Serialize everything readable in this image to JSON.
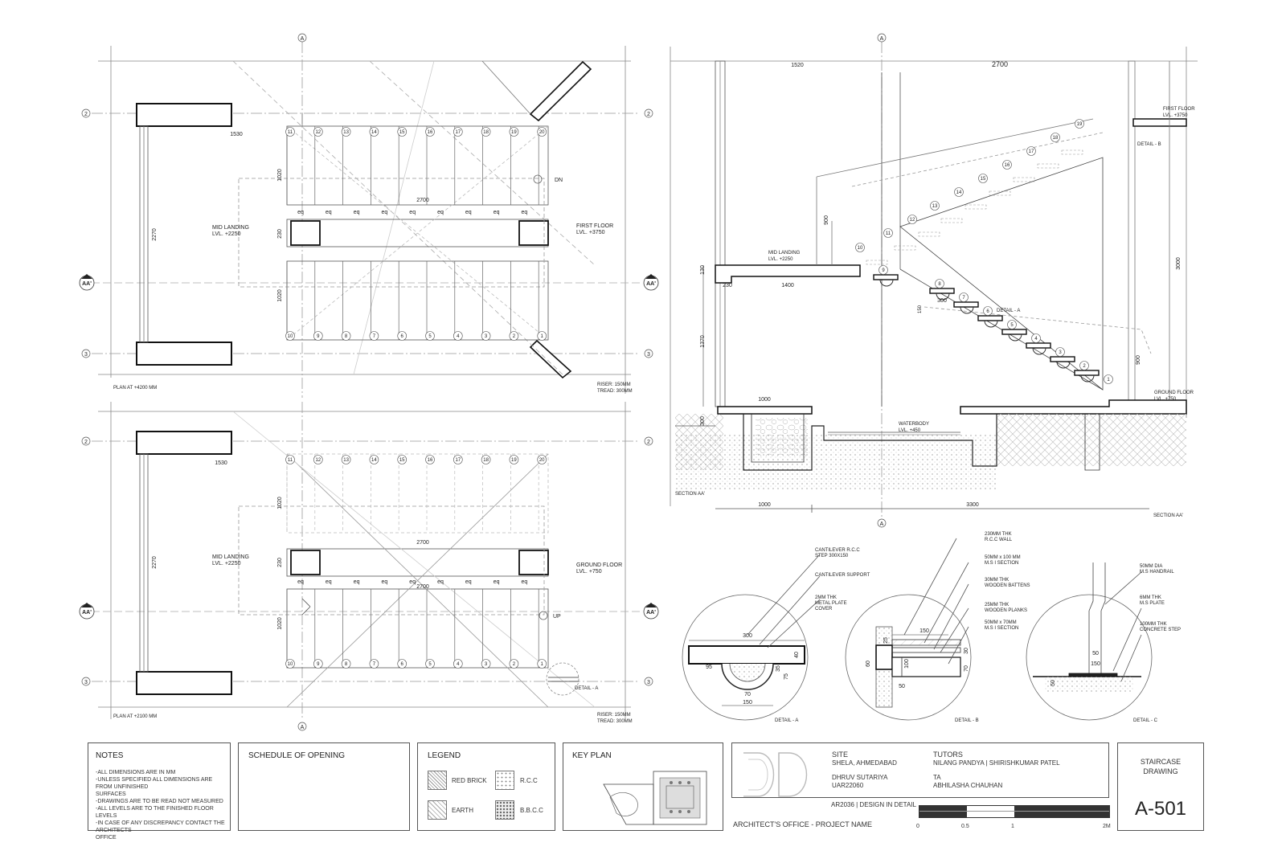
{
  "plans": {
    "top": {
      "grid_a": "A",
      "grid_2": "2",
      "grid_3": "3",
      "section_marker": "AA'",
      "dim_landing": "1530",
      "dim_run_width": "1020",
      "dim_stair_length": "2700",
      "dim_landing_depth": "2270",
      "dim_beam": "230",
      "dim_run_width_2": "1020",
      "eq": "eq",
      "mid_landing": "MID LANDING",
      "mid_landing_lvl": "LVL. +2250",
      "floor": "FIRST FLOOR",
      "floor_lvl": "LVL. +3750",
      "direction": "DN",
      "plan_title": "PLAN AT +4200 MM",
      "riser": "RISER: 150MM",
      "tread": "TREAD: 300MM",
      "steps_top": [
        "11",
        "12",
        "13",
        "14",
        "15",
        "16",
        "17",
        "18",
        "19",
        "20"
      ],
      "steps_bottom": [
        "10",
        "9",
        "8",
        "7",
        "6",
        "5",
        "4",
        "3",
        "2",
        "1"
      ]
    },
    "bottom": {
      "grid_a": "A",
      "grid_2": "2",
      "grid_3": "3",
      "section_marker": "AA'",
      "dim_landing": "1530",
      "dim_run_width": "1020",
      "dim_stair_length": "2700",
      "dim_stair_length_2": "2700",
      "dim_landing_depth": "2270",
      "dim_beam": "230",
      "dim_run_width_2": "1020",
      "eq": "eq",
      "mid_landing": "MID LANDING",
      "mid_landing_lvl": "LVL. +2250",
      "floor": "GROUND FLOOR",
      "floor_lvl": "LVL. +750",
      "direction": "UP",
      "detail": "DETAIL - A",
      "plan_title": "PLAN AT +2100 MM",
      "riser": "RISER: 150MM",
      "tread": "TREAD: 300MM",
      "steps_top": [
        "11",
        "12",
        "13",
        "14",
        "15",
        "16",
        "17",
        "18",
        "19",
        "20"
      ],
      "steps_bottom": [
        "10",
        "9",
        "8",
        "7",
        "6",
        "5",
        "4",
        "3",
        "2",
        "1"
      ]
    }
  },
  "section": {
    "grid_a": "A",
    "dim_1520": "1520",
    "dim_2700": "2700",
    "dim_900": "900",
    "dim_130": "130",
    "dim_230": "230",
    "dim_1400": "1400",
    "dim_1370": "1370",
    "dim_3000": "3000",
    "dim_900b": "900",
    "dim_1000": "1000",
    "dim_300": "300",
    "dim_300b": "300",
    "dim_tread": "300",
    "dim_riser": "150",
    "dim_bottom_1000": "1000",
    "dim_bottom_3300": "3300",
    "first_floor": "FIRST FLOOR",
    "first_floor_lvl": "LVL. +3750",
    "mid_landing": "MID LANDING",
    "mid_landing_lvl": "LVL. +2250",
    "ground_floor": "GROUND FLOOR",
    "ground_floor_lvl": "LVL. +750",
    "waterbody": "WATERBODY",
    "waterbody_lvl": "LVL. +450",
    "detail_a": "DETAIL - A",
    "detail_b": "DETAIL - B",
    "title_left": "SECTION AA'",
    "title_right": "SECTION AA'",
    "steps": [
      "1",
      "2",
      "3",
      "4",
      "5",
      "6",
      "7",
      "8",
      "9",
      "10",
      "11",
      "12",
      "13",
      "14",
      "15",
      "16",
      "17",
      "18",
      "19"
    ]
  },
  "details": {
    "a": {
      "n1": "CANTILEVER R.C.C",
      "n1b": "STEP 300X150",
      "n2": "CANTILEVER SUPPORT",
      "n3": "2MM THK",
      "n3b": "METAL PLATE",
      "n3c": "COVER",
      "d300": "300",
      "d40": "40",
      "d95": "95",
      "d35": "35",
      "d75": "75",
      "d70": "70",
      "d150": "150",
      "title": "DETAIL - A"
    },
    "b": {
      "n1": "230MM THK",
      "n1b": "R.C.C WALL",
      "n2": "50MM x 100 MM",
      "n2b": "M.S I SECTION",
      "n3": "30MM THK",
      "n3b": "WOODEN BATTENS",
      "n4": "25MM THK",
      "n4b": "WOODEN PLANKS",
      "n5": "50MM x 70MM",
      "n5b": "M.S I SECTION",
      "d150": "150",
      "d25": "25",
      "d60": "60",
      "d100": "100",
      "d30": "30",
      "d70": "70",
      "d50": "50",
      "title": "DETAIL - B"
    },
    "c": {
      "n1": "50MM DIA",
      "n1b": "M.S HANDRAIL",
      "n2": "6MM THK",
      "n2b": "M.S PLATE",
      "n3": "100MM THK",
      "n3b": "CONCRETE STEP",
      "d50": "50",
      "d150": "150",
      "d50b": "50",
      "title": "DETAIL - C"
    }
  },
  "title_block": {
    "notes_title": "NOTES",
    "notes": [
      "-ALL DIMENSIONS ARE IN MM",
      "-UNLESS SPECIFIED ALL DIMENSIONS ARE FROM UNFINISHED",
      "SURFACES",
      "-DRAWINGS ARE TO BE READ NOT MEASURED",
      "-ALL LEVELS ARE TO THE FINISHED FLOOR LEVELS",
      "-IN CASE OF ANY DISCREPANCY CONTACT THE ARCHITECTS",
      "OFFICE"
    ],
    "schedule_title": "SCHEDULE OF OPENING",
    "legend_title": "LEGEND",
    "legend": {
      "red_brick": "RED BRICK",
      "rcc": "R.C.C",
      "earth": "EARTH",
      "bbcc": "B.B.C.C"
    },
    "key_plan_title": "KEY PLAN",
    "site_label": "SITE",
    "site": "SHELA, AHMEDABAD",
    "student": "DHRUV SUTARIYA",
    "student_id": "UAR22060",
    "course": "AR2036 | DESIGN IN DETAIL",
    "tutors_label": "TUTORS",
    "tutors": "NILANG PANDYA | SHIRISHKUMAR PATEL",
    "ta_label": "TA",
    "ta": "ABHILASHA CHAUHAN",
    "office": "ARCHITECT'S OFFICE - PROJECT NAME",
    "scale_labels": [
      "0",
      "0.5",
      "1",
      "2M"
    ],
    "drawing_title_1": "STAIRCASE",
    "drawing_title_2": "DRAWING",
    "sheet_number": "A-501"
  }
}
